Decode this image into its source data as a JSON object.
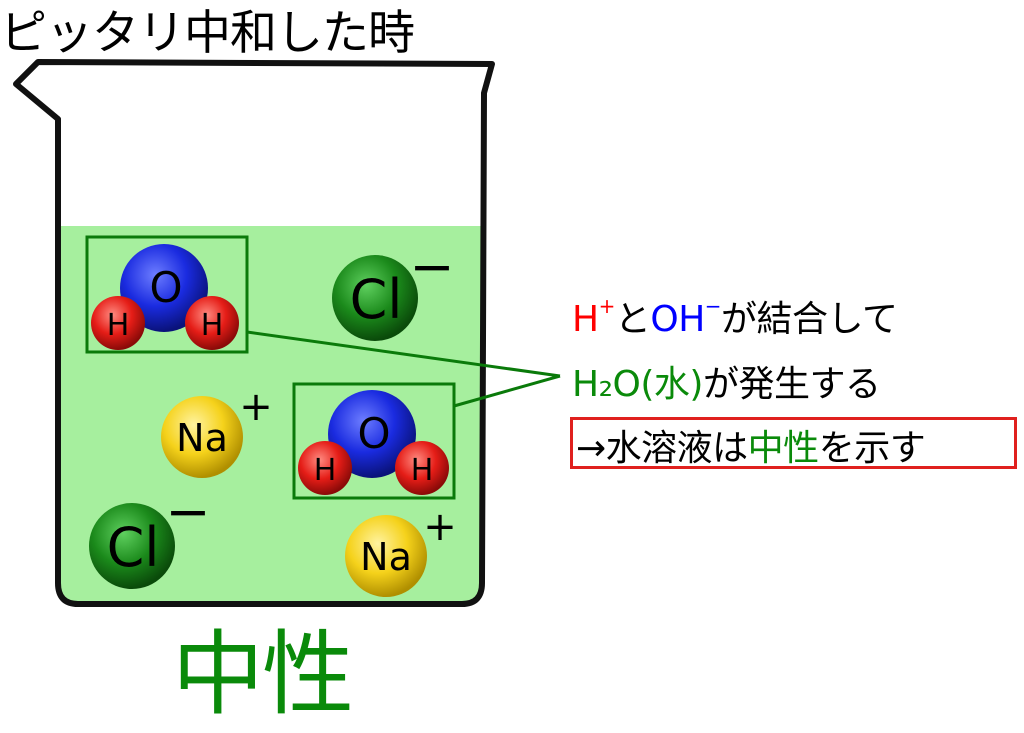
{
  "title": "ピッタリ中和した時",
  "result_label": "中性",
  "explanation": {
    "line1": {
      "h": "H",
      "h_charge": "+",
      "to": "と",
      "oh": "OH",
      "oh_charge": "−",
      "rest": "が結合して"
    },
    "line2": {
      "water": "H₂O(水)",
      "rest": "が発生する"
    },
    "line3": {
      "prefix": "→水溶液は",
      "highlight": "中性",
      "suffix": "を示す"
    }
  },
  "ions": {
    "cl_label": "Cl",
    "cl_charge": "−",
    "na_label": "Na",
    "na_charge": "+"
  },
  "water_molecule": {
    "o_label": "O",
    "h_label": "H"
  },
  "colors": {
    "solution": "#a6ef9e",
    "cl": "#1b8a1b",
    "na": "#f5d21b",
    "oxygen": "#1a2be0",
    "hydrogen": "#e51d17",
    "box": "#0a7a0a",
    "highlight_box": "#e0201e"
  }
}
